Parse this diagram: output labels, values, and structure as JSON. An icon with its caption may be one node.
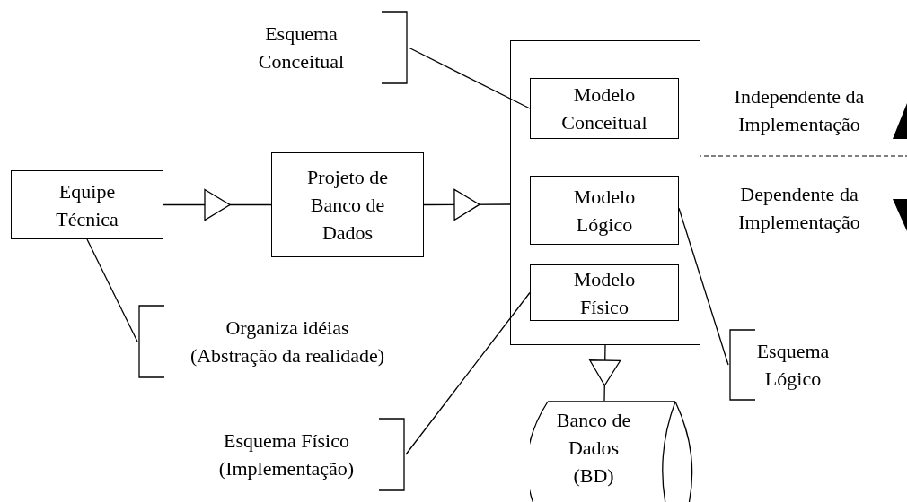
{
  "diagram": {
    "nodes": [
      {
        "text": [
          "Esquema Conceitual"
        ]
      },
      {
        "text": [],
        "shape": "box"
      },
      {
        "text": [
          "Modelo Conceitual"
        ],
        "in": 1
      },
      {
        "text": [
          "Equipe Técnica"
        ]
      },
      {
        "text": [
          "Projeto de Banco de Dados"
        ]
      },
      {
        "text": [
          "Modelo Lógico"
        ],
        "in": 1
      },
      {
        "text": [
          "Modelo Físico"
        ],
        "in": 1
      },
      {
        "text": [
          "Organiza idéias (Abstração da realidade)"
        ]
      },
      {
        "text": [
          "Esquema Lógico"
        ]
      },
      {
        "text": [
          "Esquema Físico (Implementação)"
        ]
      },
      {
        "text": [
          "Banco de Dados (BD)"
        ]
      }
    ],
    "edges": [
      {
        "from": 3,
        "to": 4,
        "arrow": "to"
      },
      {
        "from": 4,
        "to": 1,
        "arrow": "to"
      },
      {
        "from": 1,
        "to": 10,
        "arrow": "to"
      },
      {
        "from": 0,
        "to": 2,
        "arrow": "none"
      },
      {
        "from": 7,
        "to": 3,
        "arrow": "none"
      },
      {
        "from": 5,
        "to": 8,
        "arrow": "none"
      },
      {
        "from": 6,
        "to": 9,
        "arrow": "none"
      }
    ],
    "labels": [
      "Independente da Implementação",
      "Dependente da Implementação"
    ]
  }
}
